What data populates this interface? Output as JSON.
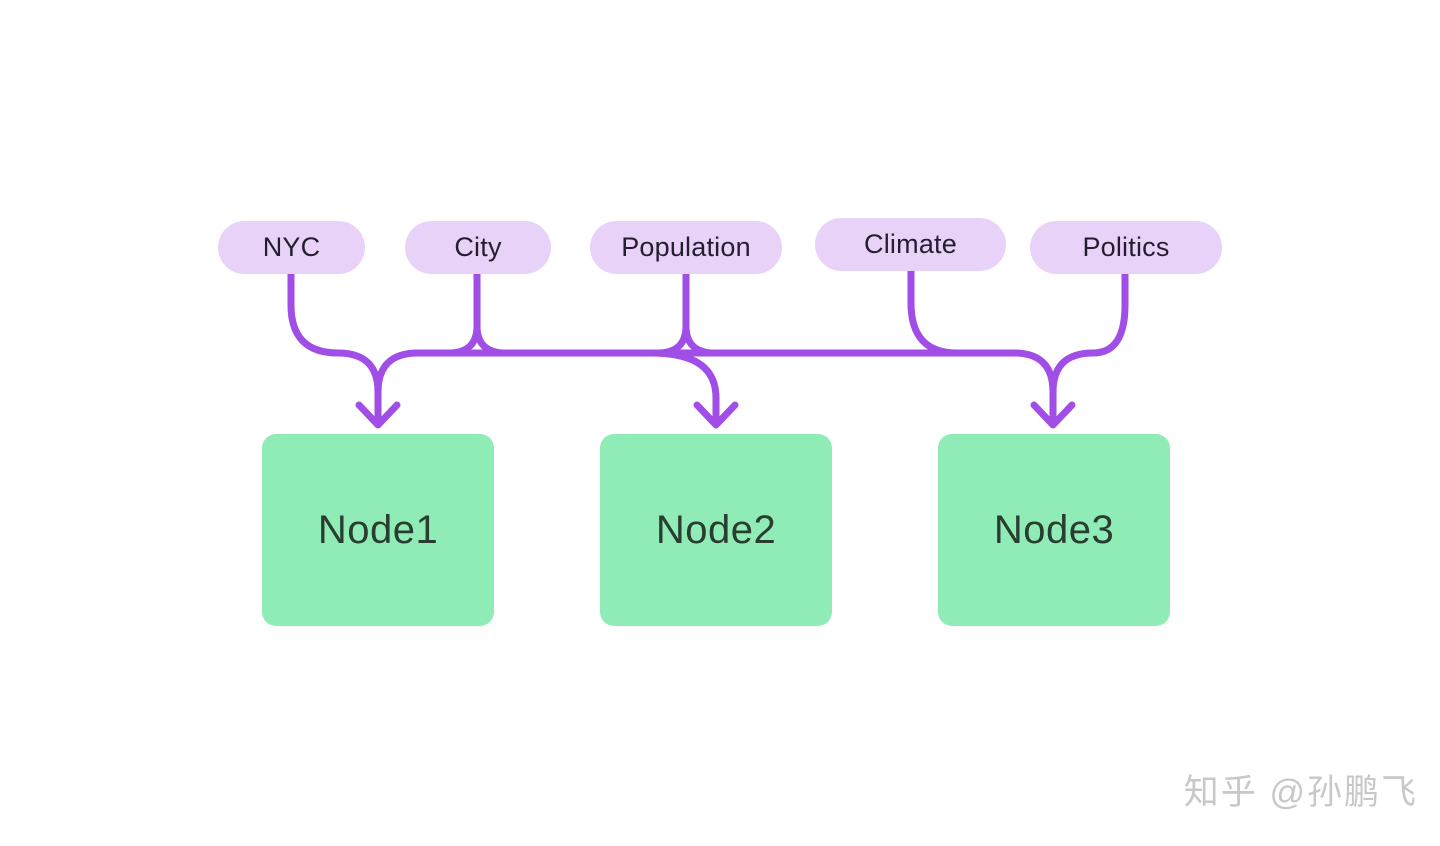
{
  "colors": {
    "background": "#ffffff",
    "pill_bg": "#e8d2f8",
    "pill_text": "#251e31",
    "node_bg": "#90ecb6",
    "node_text": "#2a3d31",
    "connector": "#a04ee6",
    "watermark_text": "#c8c8c8"
  },
  "diagram": {
    "source_labels": [
      {
        "text": "NYC"
      },
      {
        "text": "City"
      },
      {
        "text": "Population"
      },
      {
        "text": "Climate"
      },
      {
        "text": "Politics"
      }
    ],
    "target_nodes": [
      {
        "text": "Node1"
      },
      {
        "text": "Node2"
      },
      {
        "text": "Node3"
      }
    ]
  },
  "watermark": {
    "text": "知乎 @孙鹏飞"
  }
}
